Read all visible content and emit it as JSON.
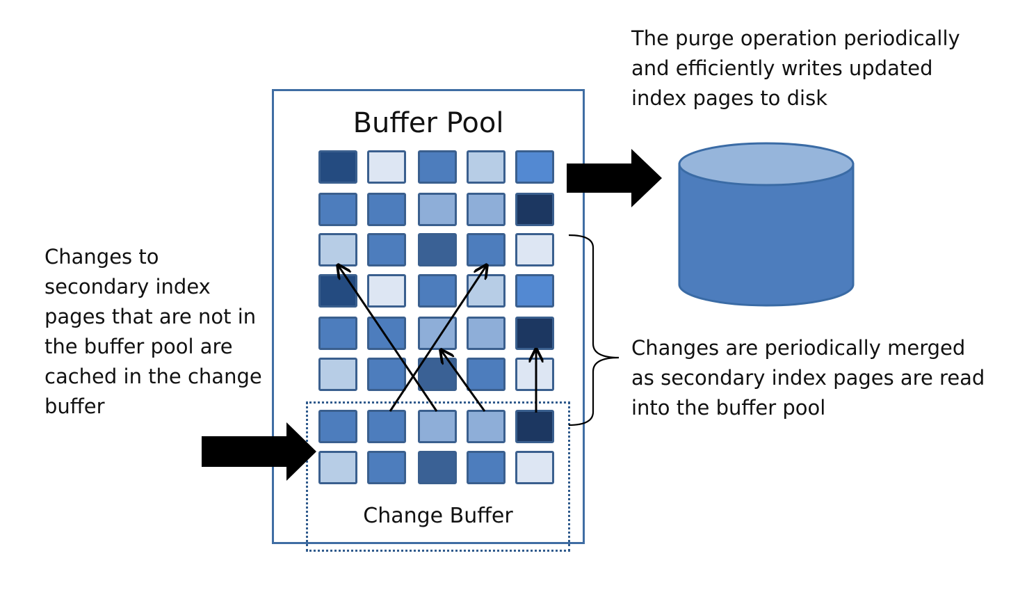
{
  "notes": {
    "purge": "The purge operation periodically\nand efficiently writes updated\nindex pages to disk",
    "merge": "Changes are periodically merged\nas secondary index pages are read\ninto the buffer pool",
    "cache": "Changes to\nsecondary index\npages that are not in\nthe buffer pool are\ncached in the change\nbuffer"
  },
  "buffer_pool": {
    "title": "Buffer Pool"
  },
  "change_buffer": {
    "label": "Change Buffer"
  },
  "palette": {
    "A": "#244b80",
    "B": "#dde6f3",
    "C": "#4d7dbd",
    "D": "#b7cde6",
    "E": "#5389d2",
    "F": "#1c3761",
    "G": "#8eaed8",
    "H": "#3a6195",
    "disk_body": "#4d7dbd",
    "disk_top": "#96b5db",
    "disk_outline": "#3a6ba5"
  },
  "pages": [
    [
      "A",
      "B",
      "C",
      "D",
      "E"
    ],
    [
      "C",
      "C",
      "G",
      "G",
      "F"
    ],
    [
      "D",
      "C",
      "H",
      "C",
      "B"
    ],
    [
      "A",
      "B",
      "C",
      "D",
      "E"
    ],
    [
      "C",
      "C",
      "G",
      "G",
      "F"
    ],
    [
      "D",
      "C",
      "H",
      "C",
      "B"
    ],
    [
      "C",
      "C",
      "G",
      "G",
      "F"
    ],
    [
      "D",
      "C",
      "H",
      "C",
      "B"
    ]
  ]
}
